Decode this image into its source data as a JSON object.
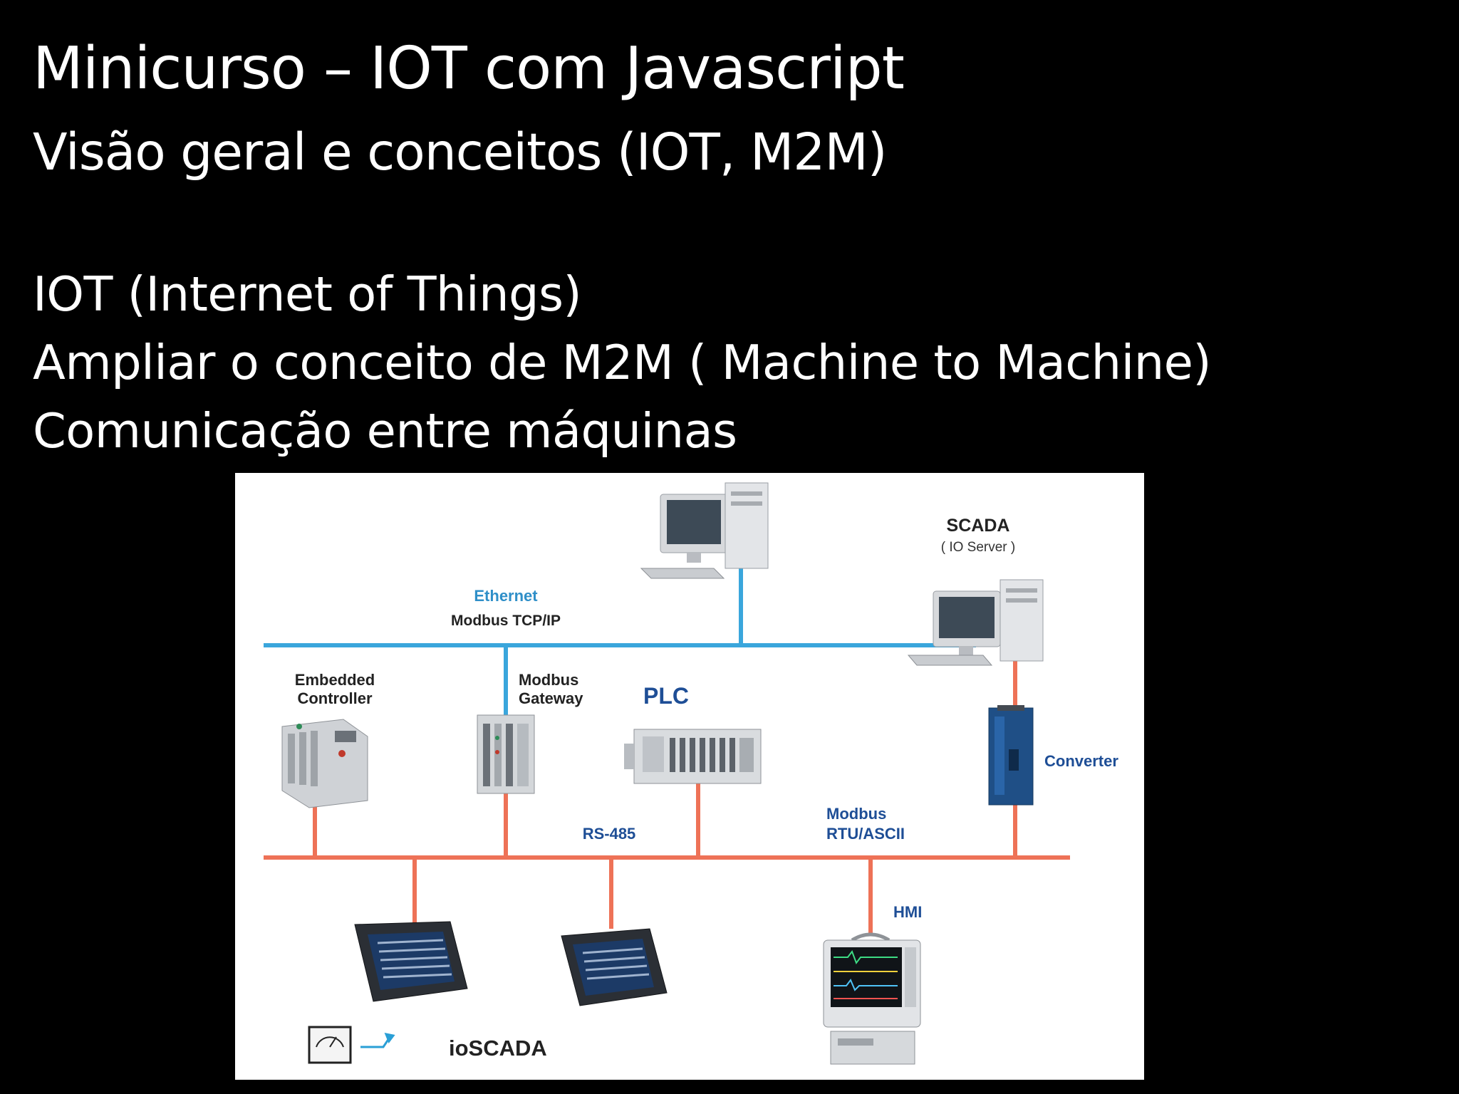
{
  "slide": {
    "title": "Minicurso – IOT com Javascript",
    "subtitle": "Visão geral e conceitos (IOT, M2M)",
    "lines": [
      "IOT (Internet of Things)",
      "Ampliar o conceito de M2M ( Machine to Machine)",
      "Comunicação entre máquinas"
    ]
  },
  "diagram": {
    "colors": {
      "ethernet": "#3aa6dc",
      "rs485": "#ee7257",
      "label_blue": "#1e4e96",
      "label_dark": "#222222",
      "ethernet_label": "#2f8fc8"
    },
    "ethernet_label": "Ethernet",
    "modbus_tcp_label": "Modbus TCP/IP",
    "scada_label": "SCADA",
    "io_server_label": "( IO Server )",
    "embedded_label_1": "Embedded",
    "embedded_label_2": "Controller",
    "gateway_label_1": "Modbus",
    "gateway_label_2": "Gateway",
    "plc_label": "PLC",
    "converter_label": "Converter",
    "rs485_label": "RS-485",
    "modbus_rtu_label_1": "Modbus",
    "modbus_rtu_label_2": "RTU/ASCII",
    "hmi_label": "HMI",
    "ioscada_label": "ioSCADA"
  }
}
